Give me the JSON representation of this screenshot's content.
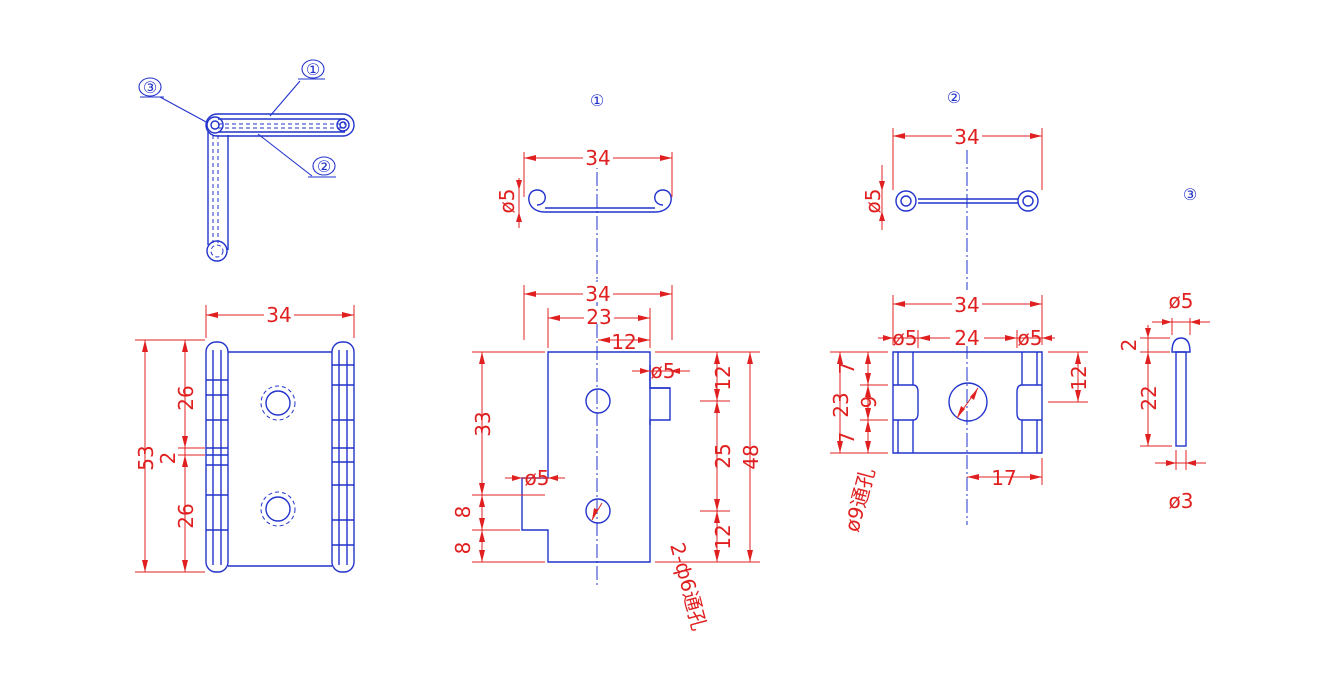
{
  "colors": {
    "part": "#2233cc",
    "dimension": "#e02020",
    "background": "#ffffff"
  },
  "labels": {
    "part1": "①",
    "part2": "②",
    "part3": "③"
  },
  "assembly": {
    "dim_width": "34",
    "dim_total": "53",
    "dim_upper": "26",
    "dim_gap": "2",
    "dim_lower": "26"
  },
  "part1": {
    "top_width": "34",
    "curl_dia": "ø5",
    "width": "34",
    "hole_offset": "23",
    "tab_offset": "12",
    "tab_dia": "ø5",
    "height_upper": "33",
    "tab_dia_lower": "ø5",
    "d8a": "8",
    "d8b": "8",
    "right_12a": "12",
    "right_25": "25",
    "right_48": "48",
    "right_12b": "12",
    "hole_note": "2-ф6通孔"
  },
  "part2": {
    "top_width": "34",
    "curl_dia": "ø5",
    "width": "34",
    "slot_a": "ø5",
    "inner": "24",
    "slot_b": "ø5",
    "d23": "23",
    "d7a": "7",
    "d9": "9",
    "d7b": "7",
    "right_12": "12",
    "d17": "17",
    "hole_note": "ø9通孔"
  },
  "part3": {
    "head_dia": "ø5",
    "head_h": "2",
    "length": "22",
    "shank_dia": "ø3"
  }
}
